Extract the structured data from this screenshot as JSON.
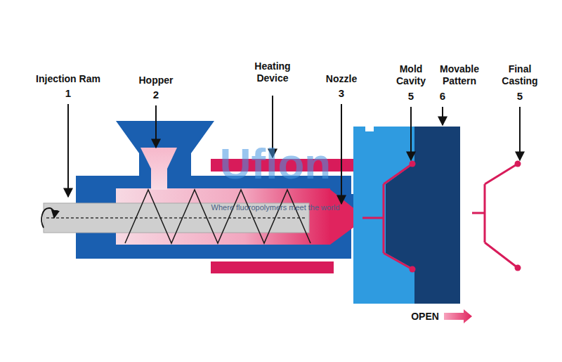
{
  "diagram": {
    "labels": [
      "Injection Ram",
      "1",
      "Hopper",
      "2",
      "Heating Device",
      "Nozzle",
      "3",
      "Mold Cavity",
      "5",
      "Movable Pattern",
      "6",
      "Final Casting",
      "5",
      "OPEN",
      "Uflon",
      "Where fluoropolymers meet the world"
    ]
  }
}
